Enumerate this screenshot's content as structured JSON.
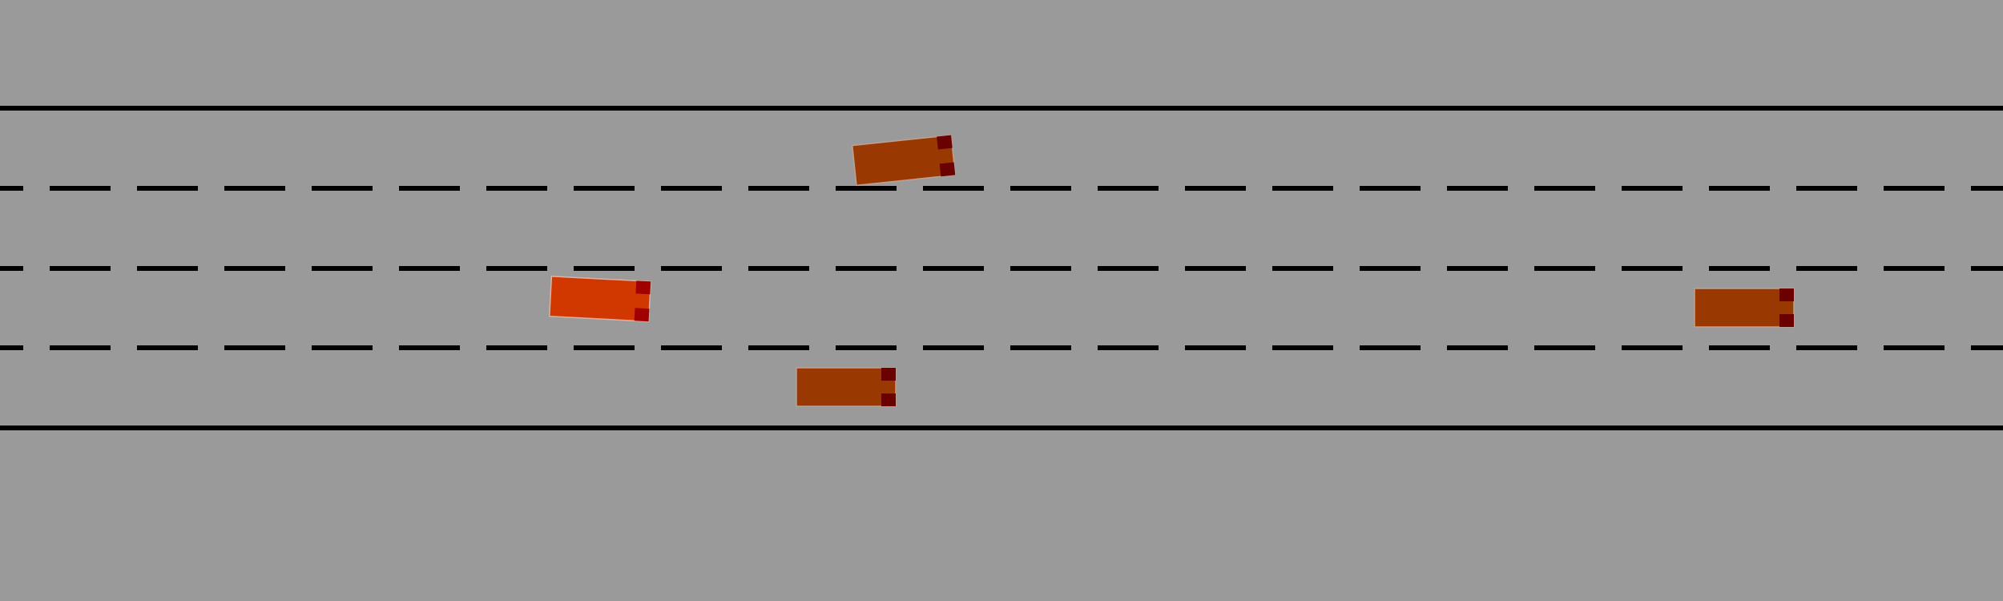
{
  "scene": {
    "name": "highway-environment",
    "lanes_count": 4,
    "colors": {
      "background": "#9a9a9a",
      "lane_marking": "#000000",
      "ego_vehicle": "#d13800",
      "other_vehicle": "#993800",
      "vehicle_outline": "#c0a090",
      "ego_light": "#a00000",
      "other_light": "#6a0000"
    },
    "vehicles": [
      {
        "id": "ego-vehicle",
        "role": "ego",
        "lane": 2,
        "heading_deg": 3
      },
      {
        "id": "vehicle-1",
        "role": "other",
        "lane": 1,
        "heading_deg": -6
      },
      {
        "id": "vehicle-2",
        "role": "other",
        "lane": 3,
        "heading_deg": 0
      },
      {
        "id": "vehicle-3",
        "role": "other",
        "lane": 2,
        "heading_deg": 0
      }
    ]
  }
}
